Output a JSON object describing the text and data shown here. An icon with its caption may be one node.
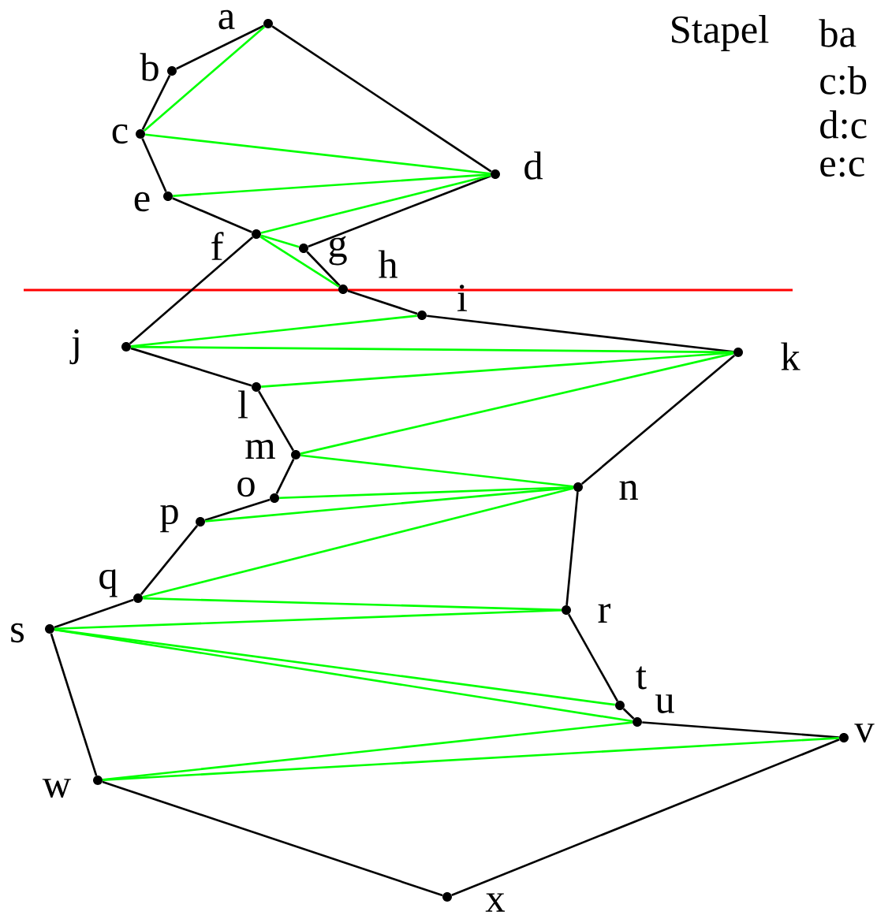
{
  "diagram": {
    "nodes": [
      {
        "text": [],
        "shape": "circle",
        "beside": [
          "a"
        ]
      },
      {
        "text": [],
        "shape": "circle",
        "beside": [
          "b"
        ]
      },
      {
        "text": [],
        "shape": "circle",
        "beside": [
          "c"
        ]
      },
      {
        "text": [],
        "shape": "circle",
        "beside": [
          "d"
        ]
      },
      {
        "text": [],
        "shape": "circle",
        "beside": [
          "e"
        ]
      },
      {
        "text": [],
        "shape": "circle",
        "beside": [
          "f"
        ]
      },
      {
        "text": [],
        "shape": "circle",
        "beside": [
          "g"
        ]
      },
      {
        "text": [],
        "shape": "circle",
        "beside": [
          "h"
        ]
      },
      {
        "text": [],
        "shape": "circle",
        "beside": [
          "i"
        ]
      },
      {
        "text": [],
        "shape": "circle",
        "beside": [
          "j"
        ]
      },
      {
        "text": [],
        "shape": "circle",
        "beside": [
          "k"
        ]
      },
      {
        "text": [],
        "shape": "circle",
        "beside": [
          "l"
        ]
      },
      {
        "text": [],
        "shape": "circle",
        "beside": [
          "m"
        ]
      },
      {
        "text": [],
        "shape": "circle",
        "beside": [
          "n"
        ]
      },
      {
        "text": [],
        "shape": "circle",
        "beside": [
          "o"
        ]
      },
      {
        "text": [],
        "shape": "circle",
        "beside": [
          "p"
        ]
      },
      {
        "text": [],
        "shape": "circle",
        "beside": [
          "q"
        ]
      },
      {
        "text": [],
        "shape": "circle",
        "beside": [
          "r"
        ]
      },
      {
        "text": [],
        "shape": "circle",
        "beside": [
          "s"
        ]
      },
      {
        "text": [],
        "shape": "circle",
        "beside": [
          "t"
        ]
      },
      {
        "text": [],
        "shape": "circle",
        "beside": [
          "u"
        ]
      },
      {
        "text": [],
        "shape": "circle",
        "beside": [
          "v"
        ]
      },
      {
        "text": [],
        "shape": "circle",
        "beside": [
          "w"
        ]
      },
      {
        "text": [],
        "shape": "circle",
        "beside": [
          "x"
        ]
      }
    ],
    "edges": [
      {
        "from": 0,
        "to": 1,
        "arrow": "none"
      },
      {
        "from": 1,
        "to": 2,
        "arrow": "none"
      },
      {
        "from": 2,
        "to": 4,
        "arrow": "none"
      },
      {
        "from": 4,
        "to": 5,
        "arrow": "none"
      },
      {
        "from": 5,
        "to": 9,
        "arrow": "none"
      },
      {
        "from": 9,
        "to": 11,
        "arrow": "none"
      },
      {
        "from": 11,
        "to": 12,
        "arrow": "none"
      },
      {
        "from": 12,
        "to": 14,
        "arrow": "none"
      },
      {
        "from": 14,
        "to": 15,
        "arrow": "none"
      },
      {
        "from": 15,
        "to": 16,
        "arrow": "none"
      },
      {
        "from": 16,
        "to": 18,
        "arrow": "none"
      },
      {
        "from": 18,
        "to": 22,
        "arrow": "none"
      },
      {
        "from": 22,
        "to": 23,
        "arrow": "none"
      },
      {
        "from": 23,
        "to": 21,
        "arrow": "none"
      },
      {
        "from": 21,
        "to": 20,
        "arrow": "none"
      },
      {
        "from": 20,
        "to": 19,
        "arrow": "none"
      },
      {
        "from": 19,
        "to": 17,
        "arrow": "none"
      },
      {
        "from": 17,
        "to": 13,
        "arrow": "none"
      },
      {
        "from": 13,
        "to": 10,
        "arrow": "none"
      },
      {
        "from": 10,
        "to": 8,
        "arrow": "none"
      },
      {
        "from": 8,
        "to": 7,
        "arrow": "none"
      },
      {
        "from": 7,
        "to": 6,
        "arrow": "none"
      },
      {
        "from": 6,
        "to": 3,
        "arrow": "none"
      },
      {
        "from": 3,
        "to": 0,
        "arrow": "none"
      },
      {
        "from": 0,
        "to": 2,
        "arrow": "none",
        "color": "#00ff00"
      },
      {
        "from": 2,
        "to": 3,
        "arrow": "none",
        "color": "#00ff00"
      },
      {
        "from": 4,
        "to": 3,
        "arrow": "none",
        "color": "#00ff00"
      },
      {
        "from": 5,
        "to": 3,
        "arrow": "none",
        "color": "#00ff00"
      },
      {
        "from": 5,
        "to": 6,
        "arrow": "none",
        "color": "#00ff00"
      },
      {
        "from": 5,
        "to": 7,
        "arrow": "none",
        "color": "#00ff00"
      },
      {
        "from": 9,
        "to": 8,
        "arrow": "none",
        "color": "#00ff00"
      },
      {
        "from": 9,
        "to": 10,
        "arrow": "none",
        "color": "#00ff00"
      },
      {
        "from": 11,
        "to": 10,
        "arrow": "none",
        "color": "#00ff00"
      },
      {
        "from": 12,
        "to": 10,
        "arrow": "none",
        "color": "#00ff00"
      },
      {
        "from": 12,
        "to": 13,
        "arrow": "none",
        "color": "#00ff00"
      },
      {
        "from": 14,
        "to": 13,
        "arrow": "none",
        "color": "#00ff00"
      },
      {
        "from": 15,
        "to": 13,
        "arrow": "none",
        "color": "#00ff00"
      },
      {
        "from": 16,
        "to": 13,
        "arrow": "none",
        "color": "#00ff00"
      },
      {
        "from": 16,
        "to": 17,
        "arrow": "none",
        "color": "#00ff00"
      },
      {
        "from": 18,
        "to": 17,
        "arrow": "none",
        "color": "#00ff00"
      },
      {
        "from": 18,
        "to": 19,
        "arrow": "none",
        "color": "#00ff00"
      },
      {
        "from": 18,
        "to": 20,
        "arrow": "none",
        "color": "#00ff00"
      },
      {
        "from": 22,
        "to": 20,
        "arrow": "none",
        "color": "#00ff00"
      },
      {
        "from": 22,
        "to": 21,
        "arrow": "none",
        "color": "#00ff00"
      }
    ],
    "labels": [
      "Stapel",
      "ba",
      "c:b",
      "d:c",
      "e:c"
    ]
  }
}
